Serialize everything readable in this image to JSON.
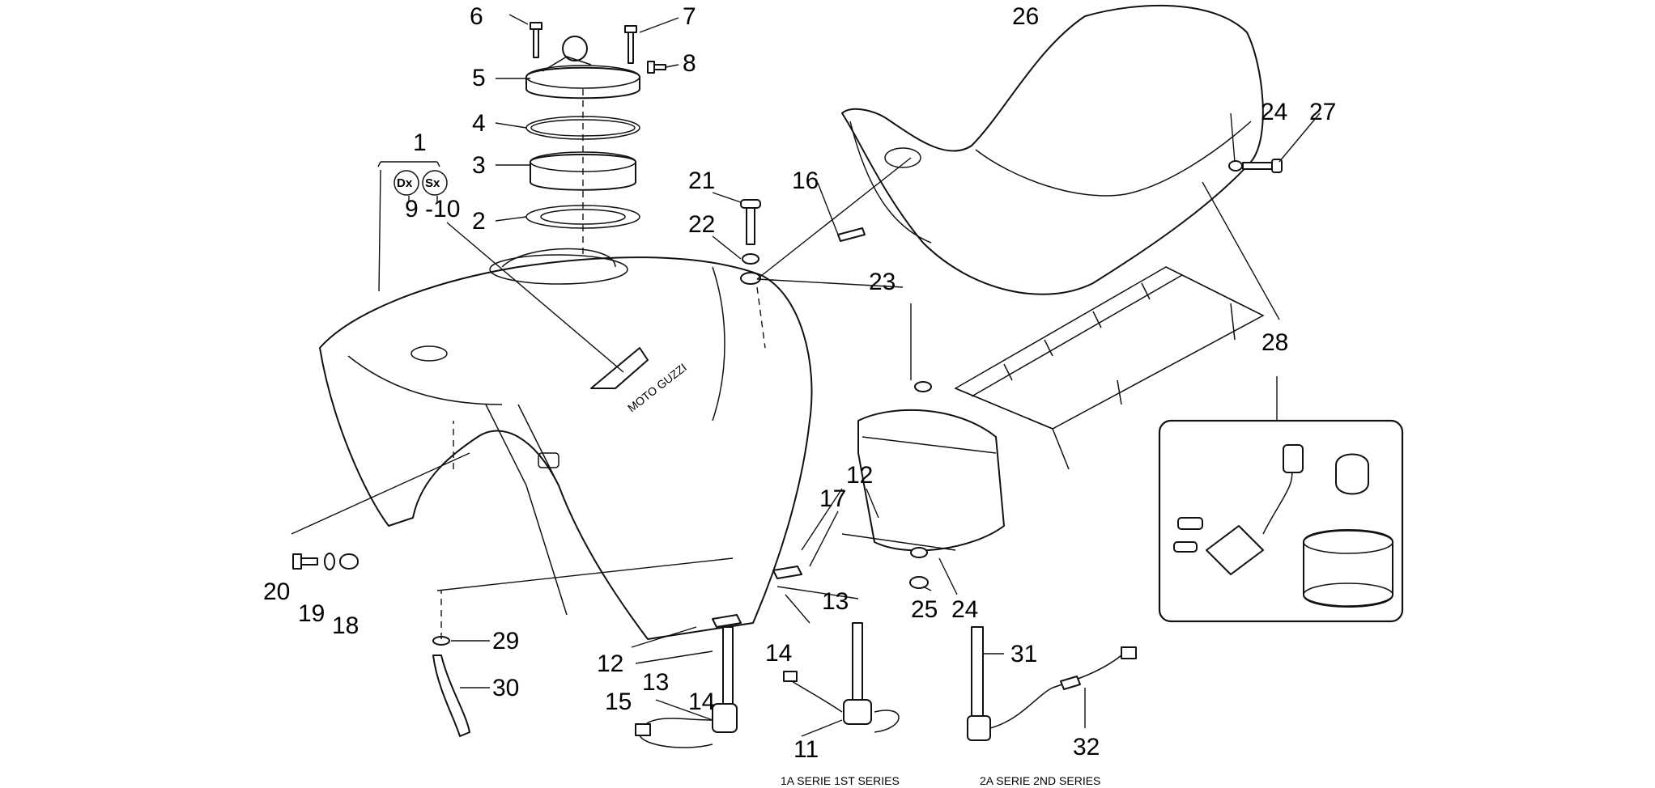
{
  "labels": {
    "p1": "1",
    "p2": "2",
    "p3": "3",
    "p4": "4",
    "p5": "5",
    "p6": "6",
    "p7": "7",
    "p8": "8",
    "p9_10": "9 -10",
    "p11": "11",
    "p12a": "12",
    "p12b": "12",
    "p13a": "13",
    "p13b": "13",
    "p14a": "14",
    "p14b": "14",
    "p15": "15",
    "p16": "16",
    "p17": "17",
    "p18": "18",
    "p19": "19",
    "p20": "20",
    "p21": "21",
    "p22": "22",
    "p23": "23",
    "p24a": "24",
    "p24b": "24",
    "p25": "25",
    "p26": "26",
    "p27": "27",
    "p28": "28",
    "p29": "29",
    "p30": "30",
    "p31": "31",
    "p32": "32"
  },
  "badges": {
    "dx": "Dx",
    "sx": "Sx"
  },
  "tank_logo": "MOTO GUZZI",
  "captions": {
    "series_1": "1A SERIE  1ST SERIES",
    "series_2": "2A SERIE  2ND SERIES"
  }
}
